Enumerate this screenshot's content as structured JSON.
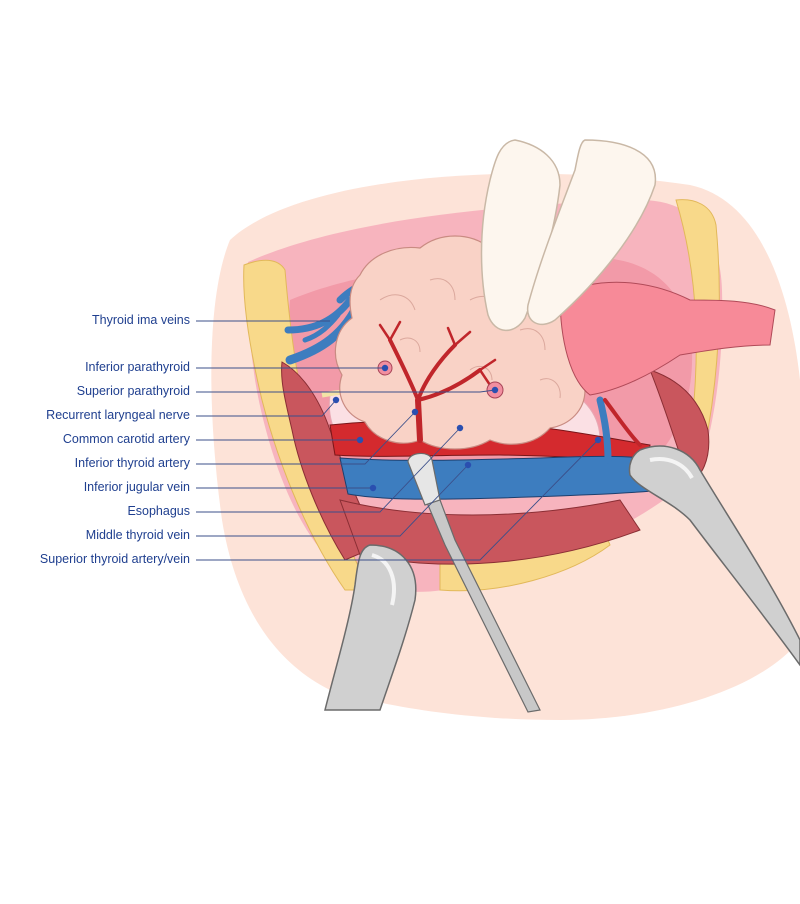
{
  "labels": [
    "Thyroid ima veins",
    "Inferior parathyroid",
    "Superior parathyroid",
    "Recurrent laryngeal nerve",
    "Common carotid artery",
    "Inferior thyroid artery",
    "Inferior jugular vein",
    "Esophagus",
    "Middle thyroid vein",
    "Superior thyroid artery/vein"
  ],
  "colors": {
    "label_text": "#1f3f8f",
    "leader_line": "#3b4f8a",
    "skin": "#fde3d8",
    "tissue_pink": "#f7b4be",
    "thyroid": "#f9d2c6",
    "artery": "#d42a2e",
    "vein": "#3d7dbf",
    "muscle": "#c9565d",
    "fat": "#f8d98a",
    "instrument": "#c8c8c8"
  }
}
